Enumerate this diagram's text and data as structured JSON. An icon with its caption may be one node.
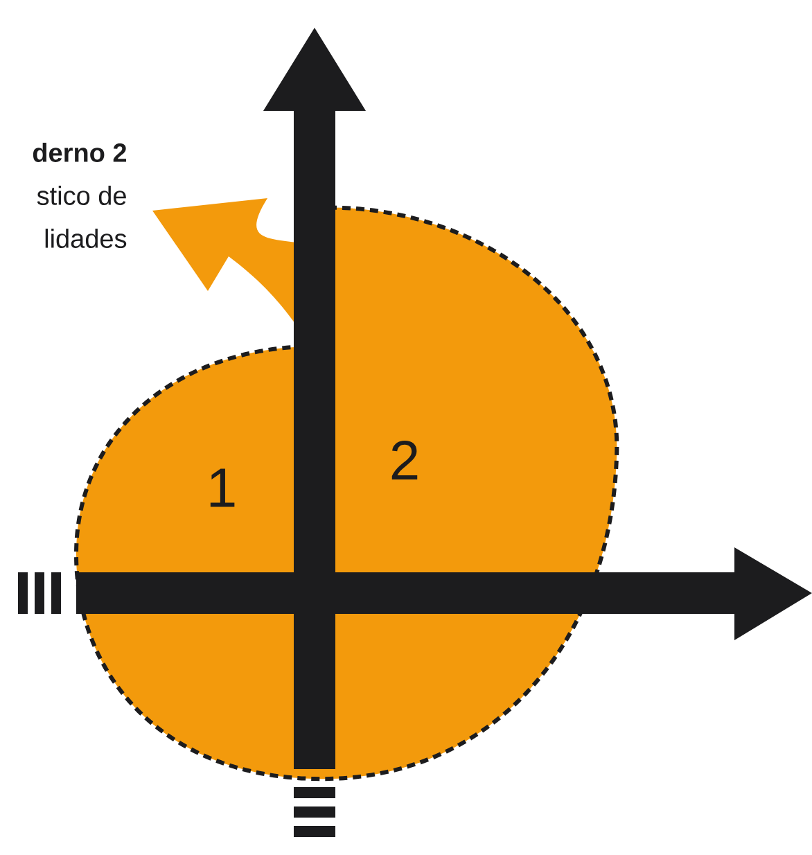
{
  "diagram": {
    "nodes": [
      {
        "text": [
          "1"
        ]
      },
      {
        "text": [
          "2"
        ]
      }
    ],
    "labels": [
      "derno 2",
      "stico de",
      "lidades"
    ]
  }
}
